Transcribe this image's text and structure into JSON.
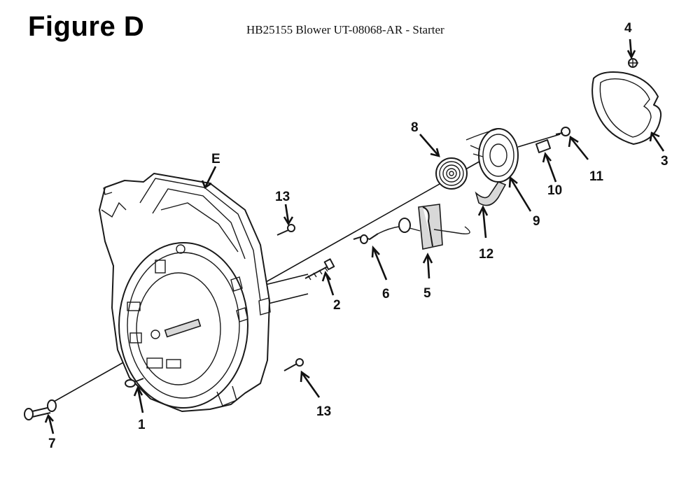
{
  "heading": "Figure D",
  "title": "HB25155 Blower UT-08068-AR - Starter",
  "callouts": {
    "c1": "1",
    "c2": "2",
    "c3": "3",
    "c4": "4",
    "c5": "5",
    "c6": "6",
    "c7": "7",
    "c8": "8",
    "c9": "9",
    "c10": "10",
    "c11": "11",
    "c12": "12",
    "c13a": "13",
    "c13b": "13",
    "cE": "E"
  },
  "colors": {
    "line": "#1a1a1a",
    "part_shading": "#d8d8d8"
  }
}
